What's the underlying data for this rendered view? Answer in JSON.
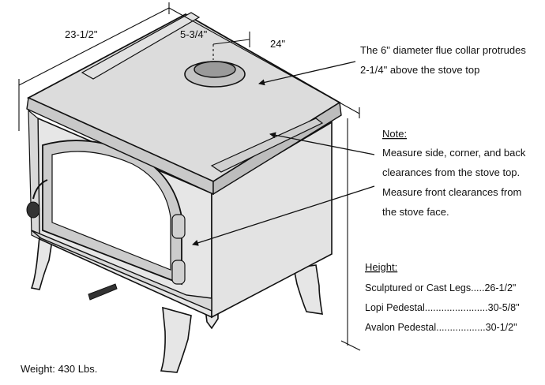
{
  "dimensions": {
    "width_label": "23-1/2\"",
    "depth_label": "24\"",
    "flue_offset_label": "5-3/4\""
  },
  "callouts": {
    "flue_line1": "The 6\" diameter flue collar protrudes",
    "flue_line2": "2-1/4\" above the stove top"
  },
  "note": {
    "heading": "Note:",
    "line1": "Measure side, corner, and back",
    "line2": "clearances from the stove top.",
    "line3": "Measure front clearances from",
    "line4": "the stove face."
  },
  "height": {
    "heading": "Height:",
    "rows": [
      "Sculptured or Cast Legs.....26-1/2\"",
      "Lopi Pedestal.......................30-5/8\"",
      "Avalon Pedestal..................30-1/2\""
    ]
  },
  "weight": "Weight: 430 Lbs.",
  "colors": {
    "body_fill": "#e6e6e6",
    "top_fill": "#dcdcdc",
    "glass_fill": "#ffffff",
    "outline": "#111111",
    "shadow": "#9a9a9a"
  }
}
